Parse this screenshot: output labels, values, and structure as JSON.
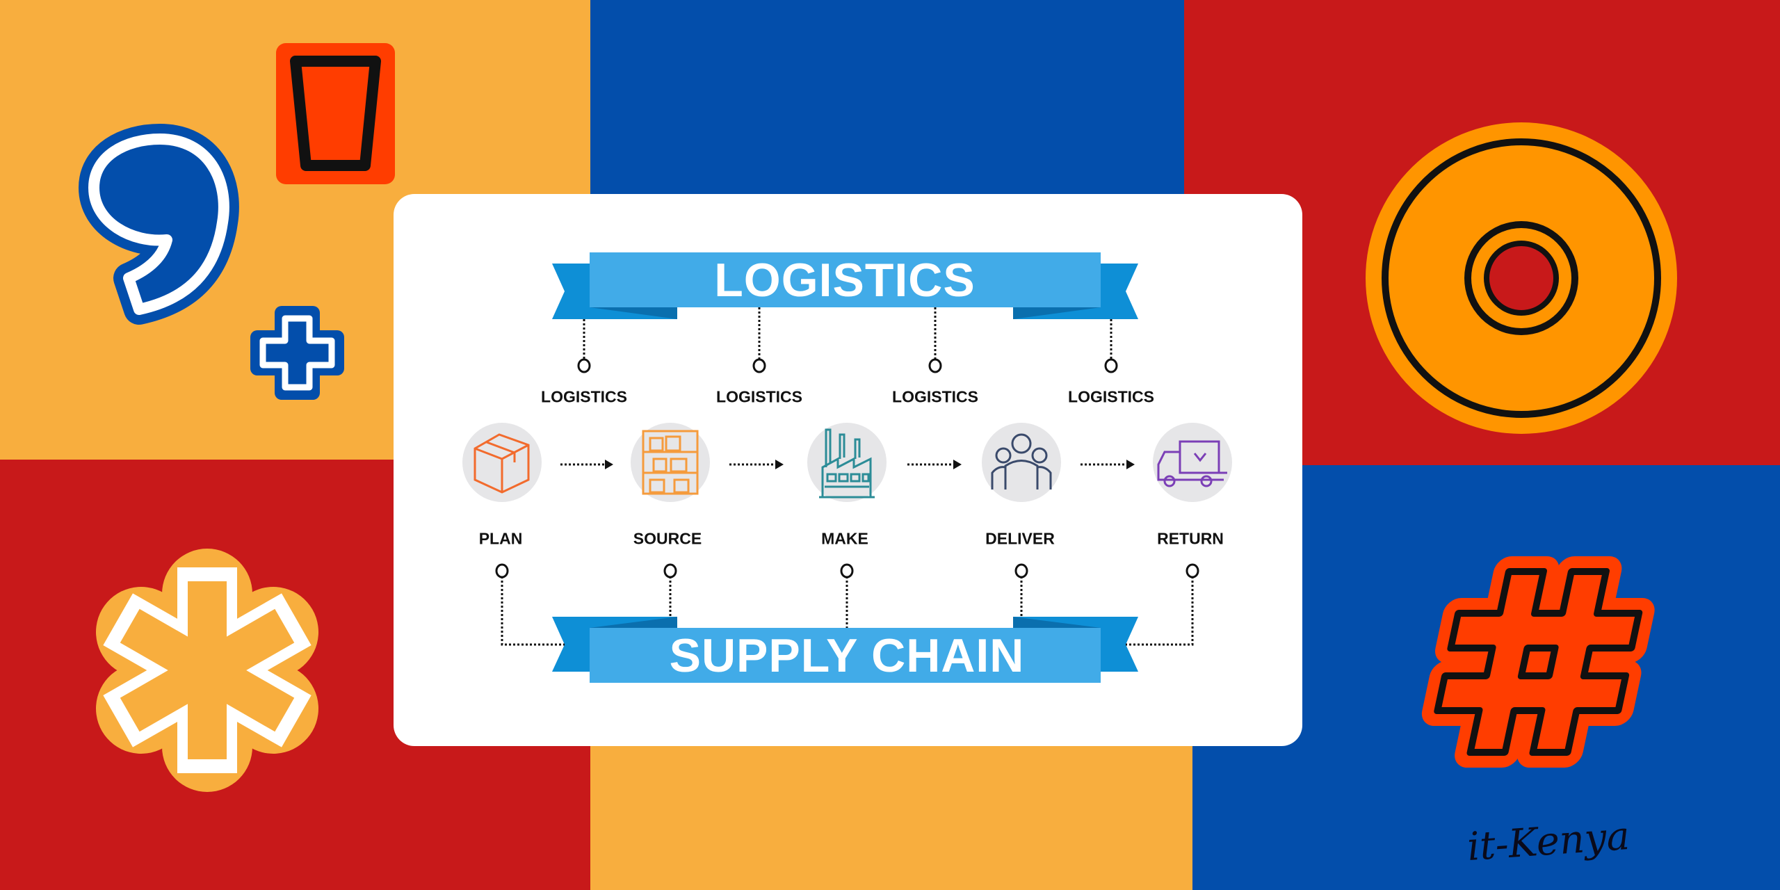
{
  "colors": {
    "orange": "#F8AE3E",
    "blue": "#034EAB",
    "red": "#C8191A",
    "accent_orange": "#FF3D00",
    "ring_orange": "#FF9500",
    "banner_blue": "#41ABE8"
  },
  "diagram": {
    "top_banner": "LOGISTICS",
    "bottom_banner": "SUPPLY CHAIN",
    "logistics_labels": [
      "LOGISTICS",
      "LOGISTICS",
      "LOGISTICS",
      "LOGISTICS"
    ],
    "steps": [
      {
        "label": "PLAN",
        "icon": "box-icon"
      },
      {
        "label": "SOURCE",
        "icon": "shelves-icon"
      },
      {
        "label": "MAKE",
        "icon": "factory-icon"
      },
      {
        "label": "DELIVER",
        "icon": "people-icon"
      },
      {
        "label": "RETURN",
        "icon": "truck-icon"
      }
    ]
  },
  "signature": "it-Kenya"
}
